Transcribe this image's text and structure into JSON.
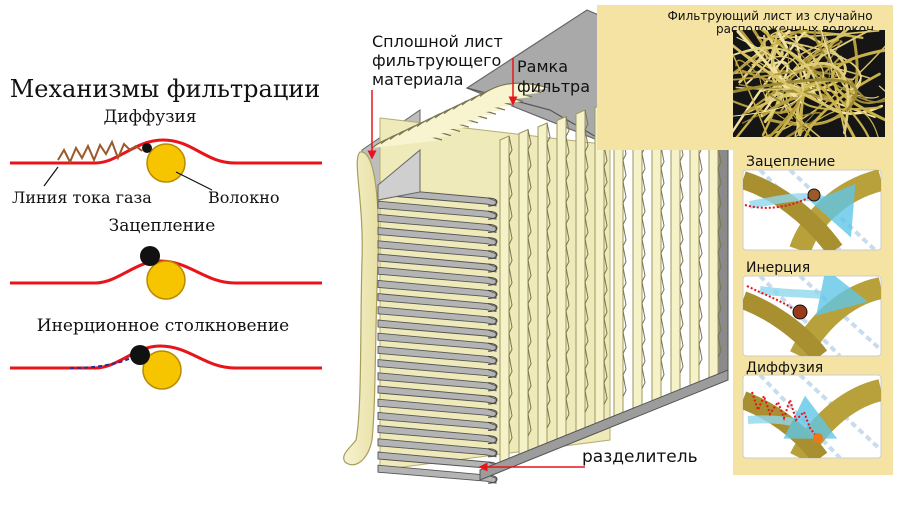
{
  "mechanisms": {
    "title": "Механизмы фильтрации",
    "diffusion_label": "Диффузия",
    "gas_streamline_label": "Линия тока газа",
    "fiber_label": "Волокно",
    "interception_label": "Зацепление",
    "impaction_label": "Инерционное столкновение"
  },
  "filter": {
    "continuous_sheet_label_line1": "Сплошной лист",
    "continuous_sheet_label_line2": "фильтрующего",
    "continuous_sheet_label_line3": "материала",
    "frame_label_line1": "Рамка",
    "frame_label_line2": "фильтра",
    "separator_label": "разделитель"
  },
  "media_panel": {
    "title_line1": "Фильтрующий лист из случайно",
    "title_line2": "расположенных волокон",
    "insets": [
      {
        "label": "Зацепление"
      },
      {
        "label": "Инерция"
      },
      {
        "label": "Диффузия"
      }
    ]
  },
  "colors": {
    "streamline": "#e8141a",
    "fiber": "#f6c500",
    "fiber_stroke": "#b88a00",
    "particle": "#111111",
    "panel_bg": "#f4e3a3",
    "media_fiber": "#b8a13a",
    "frame_gray": "#a9a9a9",
    "pleat_cream": "#f3efc0"
  }
}
